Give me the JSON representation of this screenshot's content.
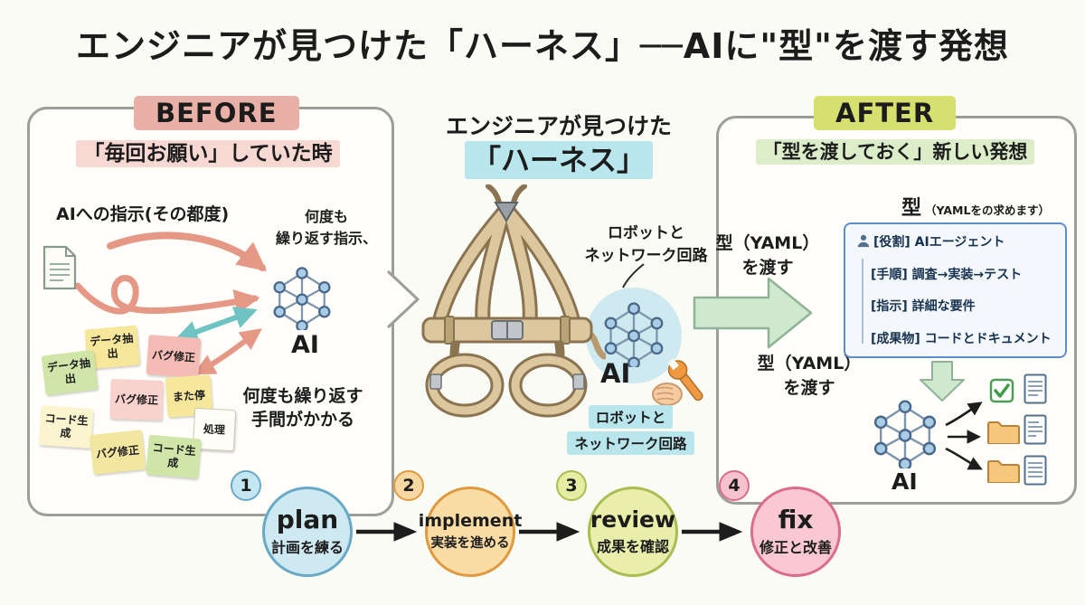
{
  "title": "エンジニアが見つけた「ハーネス」──AIに\"型\"を渡す発想",
  "before": {
    "badge": "BEFORE",
    "subtitle": "「毎回お願い」していた時",
    "instruction": "AIへの指示(その都度)",
    "repeat_note": "何度も\n繰り返す指示、",
    "ai_label": "AI",
    "notes": [
      "データ抽出",
      "バグ修正",
      "データ抽出",
      "バグ修正",
      "また停",
      "処理",
      "コード生成",
      "バグ修正",
      "コード生成"
    ],
    "bottom_note": "何度も繰り返す\n手間がかかる"
  },
  "center": {
    "heading_top": "エンジニアが見つけた",
    "heading_main": "「ハーネス」",
    "net_label_top": "ロボットと\nネットワーク回路",
    "ai_label": "AI",
    "net_label_bottom_1": "ロボットと",
    "net_label_bottom_2": "ネットワーク回路"
  },
  "transfer": {
    "label_top": "型（YAML）\nを渡す",
    "label_bottom": "型（YAML）\nを渡す"
  },
  "after": {
    "badge": "AFTER",
    "subtitle": "「型を渡しておく」新しい発想",
    "kata_label": "型",
    "kata_note": "（YAMLをの求めます）",
    "spec": [
      "[役割] AIエージェント",
      "[手順] 調査→実装→テスト",
      "[指示] 詳細な要件",
      "[成果物] コードとドキュメント"
    ],
    "ai_label": "AI"
  },
  "steps": [
    {
      "num": "1",
      "en": "plan",
      "ja": "計画を練る"
    },
    {
      "num": "2",
      "en": "implement",
      "ja": "実装を進める"
    },
    {
      "num": "3",
      "en": "review",
      "ja": "成果を確認"
    },
    {
      "num": "4",
      "en": "fix",
      "ja": "修正と改善"
    }
  ],
  "colors": {
    "before_badge": "#e9b0a8",
    "before_highlight": "#f7d8d2",
    "after_badge": "#d6e06e",
    "after_highlight": "#dcedca",
    "harness_highlight": "#b8e6ec",
    "network_circle": "#cfe9f1",
    "green_arrow": "#cfe9d1",
    "salmon_arrow": "#e59886",
    "teal_arrow": "#6fc3c3",
    "step_plan": "#cfe9f3",
    "step_implement": "#fbdca4",
    "step_review": "#e9efab",
    "step_fix": "#f9c8d2"
  },
  "icons": {
    "document": "paper-with-lines",
    "neural_network": "node-graph",
    "harness": "climbing-harness",
    "wrench_hand": "hand-holding-wrench",
    "person": "agent-avatar",
    "checkbox": "green-checkmark-box",
    "folder": "file-folder"
  }
}
